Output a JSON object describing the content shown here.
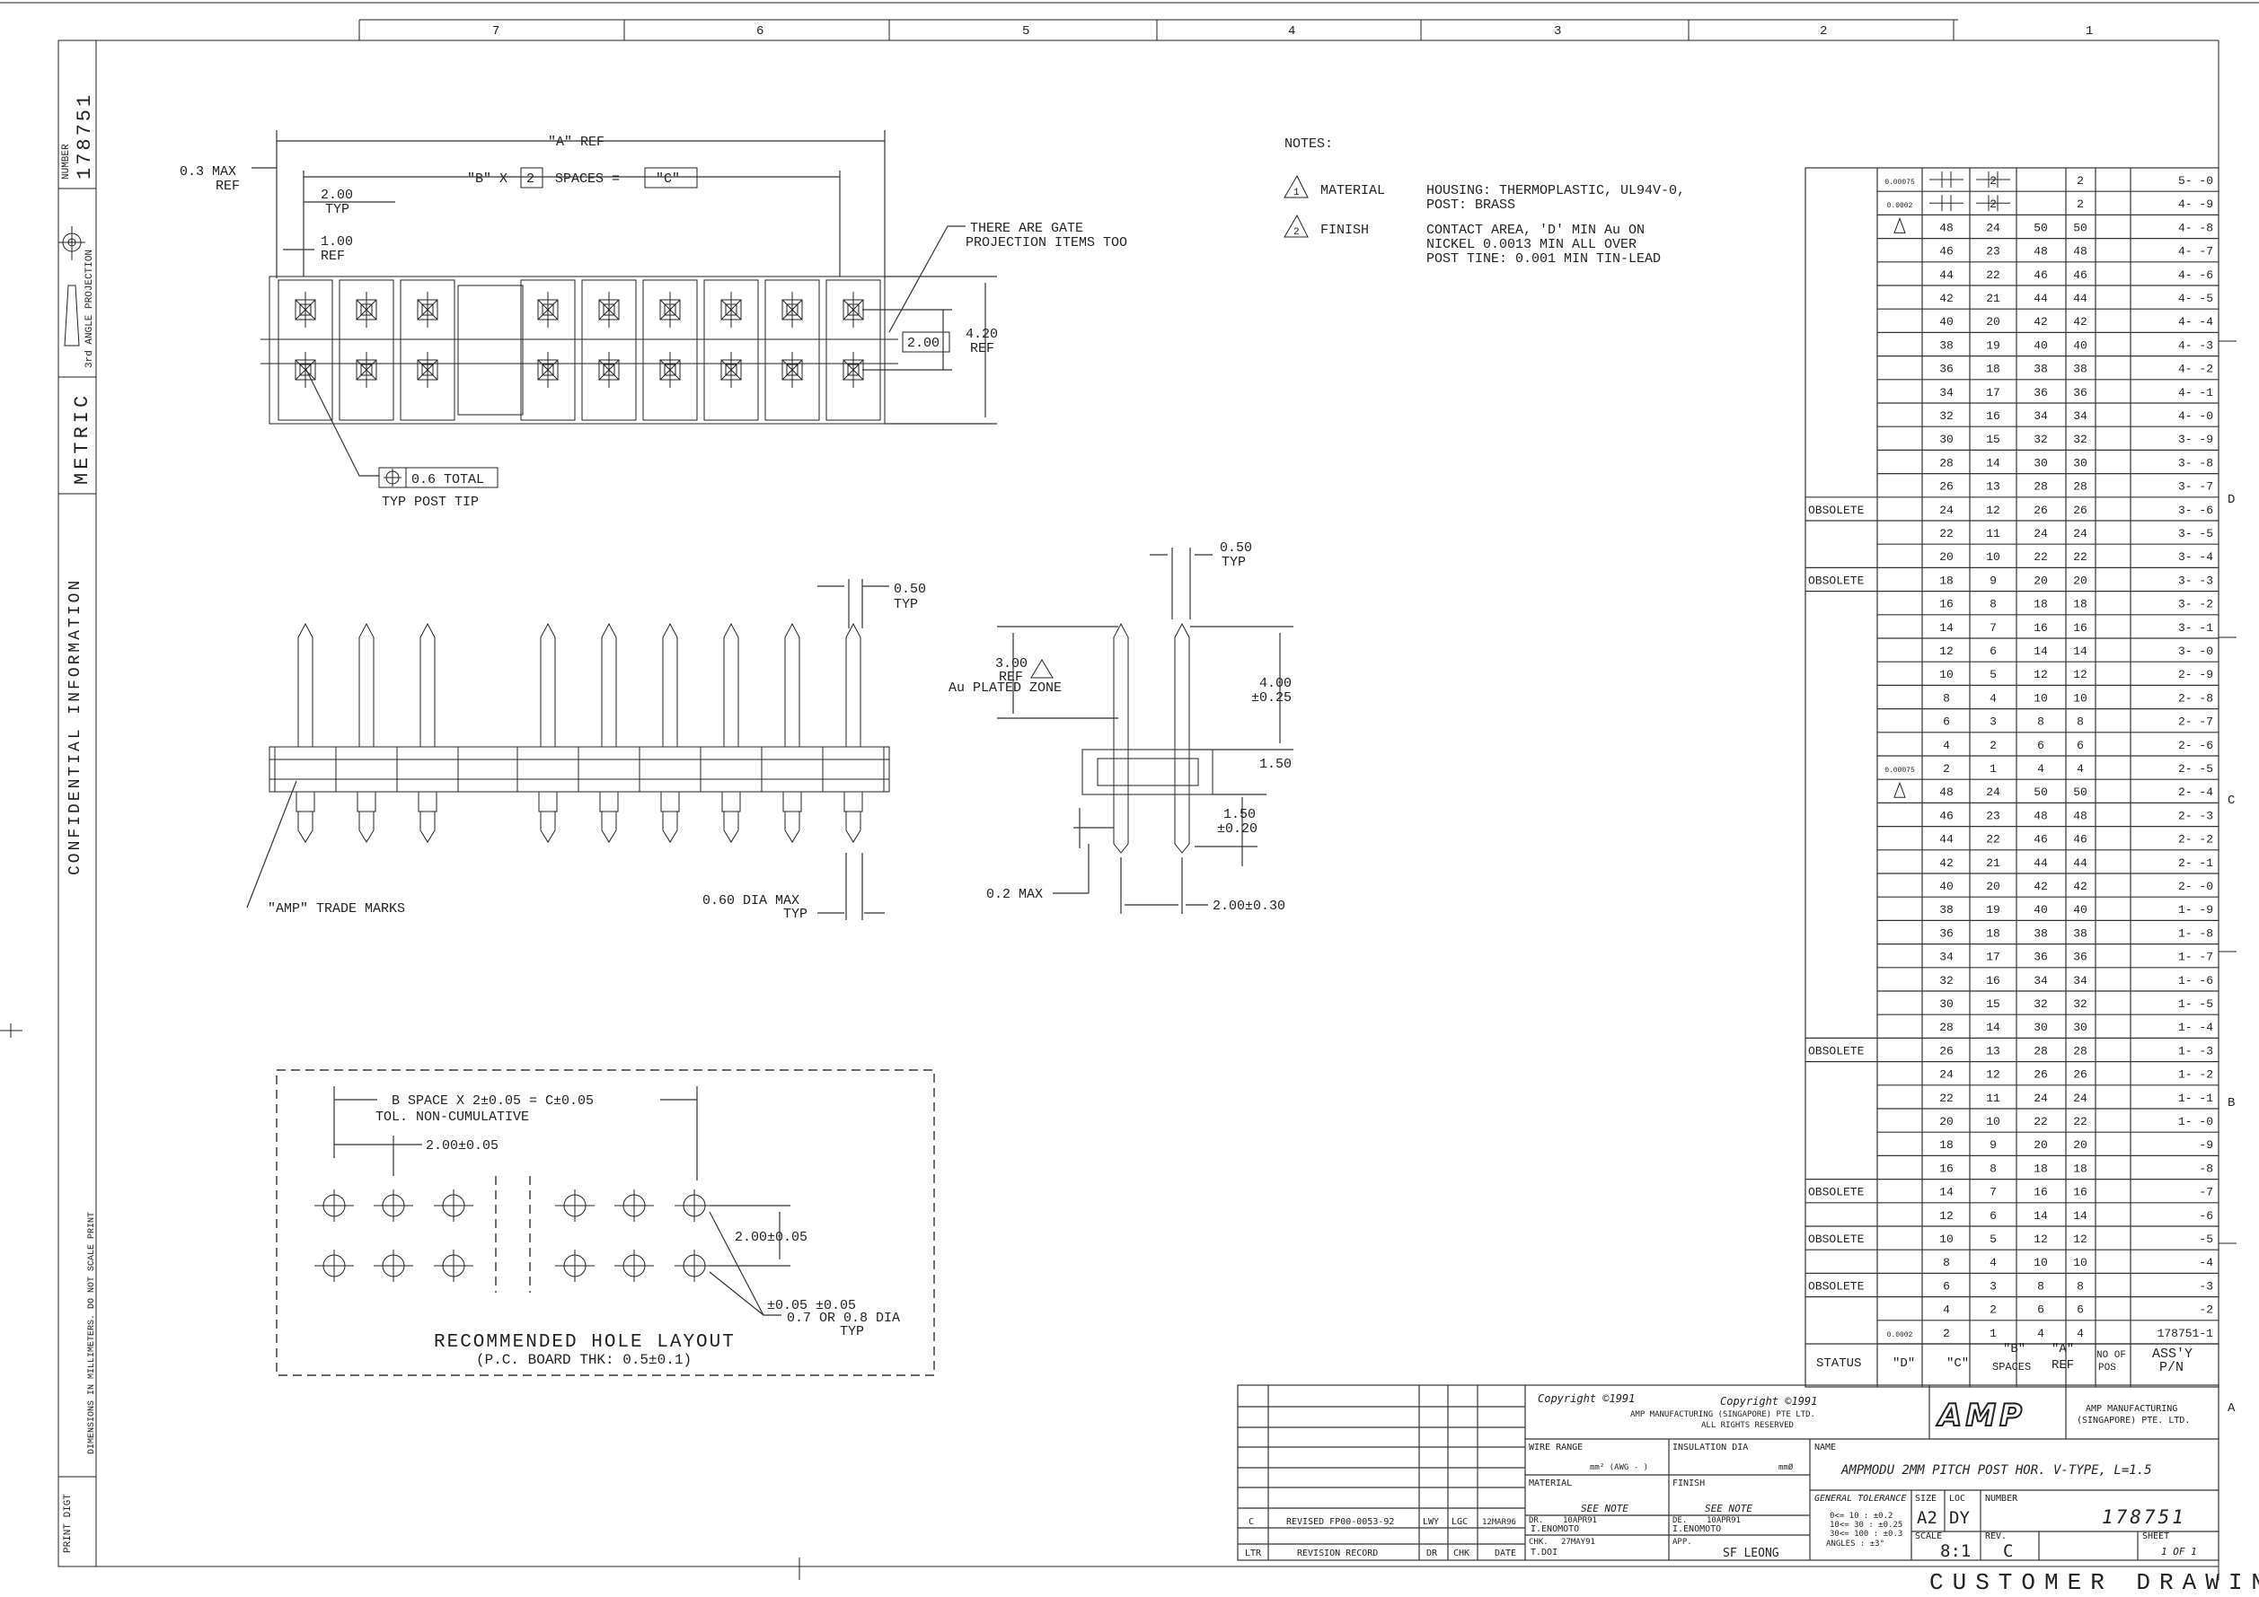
{
  "drawing": {
    "side_label_metric": "METRIC",
    "side_label_number_caption": "NUMBER",
    "side_label_number": "178751",
    "side_label_projection": "3rd ANGLE PROJECTION",
    "side_label_confidential": "CONFIDENTIAL INFORMATION",
    "side_label_dimensions": "DIMENSIONS IN MILLIMETERS. DO NOT SCALE PRINT",
    "side_label_print_digit": "PRINT DIGT",
    "zone_numbers": [
      "7",
      "6",
      "5",
      "4",
      "3",
      "2",
      "1"
    ],
    "zone_letters": [
      "D",
      "C",
      "B",
      "A"
    ],
    "bottom_banner": "CUSTOMER DRAWING"
  },
  "top_view": {
    "a_ref": "\"A\" REF",
    "b_spaces_b": "\"B\" X",
    "b_spaces_val": "2",
    "b_spaces_mid": "SPACES =",
    "b_spaces_c": "\"C\"",
    "max_ref_1": "0.3 MAX",
    "max_ref_2": "REF",
    "typ_1": "2.00",
    "typ_2": "TYP",
    "ref_1": "1.00",
    "ref_2": "REF",
    "gate_1": "THERE ARE GATE",
    "gate_2": "PROJECTION ITEMS TOO",
    "row_pitch": "2.00",
    "height_1": "4.20",
    "height_2": "REF",
    "tolerance_val": "0.6 TOTAL",
    "post_tip": "TYP POST TIP"
  },
  "front_view": {
    "pin_w_1": "0.50",
    "pin_w_2": "TYP",
    "trade_marks": "\"AMP\" TRADE MARKS",
    "dia_1": "0.60 DIA MAX",
    "dia_2": "TYP"
  },
  "side_view": {
    "w_1": "0.50",
    "w_2": "TYP",
    "plated_1": "3.00",
    "plated_2": "REF",
    "plated_3": "Au PLATED ZONE",
    "len_1": "4.00",
    "len_2": "±0.25",
    "body": "1.50",
    "tail_1": "1.50",
    "tail_2": "±0.20",
    "max": "0.2 MAX",
    "pitch": "2.00±0.30"
  },
  "hole_layout": {
    "spacing_1": "B  SPACE X  2±0.05 = C±0.05",
    "spacing_2": "TOL. NON-CUMULATIVE",
    "pitch": "2.00±0.05",
    "row_pitch": "2.00±0.05",
    "hole_tol": "±0.05  ±0.05",
    "hole_dia_1": "0.7 OR 0.8 DIA",
    "hole_dia_2": "TYP",
    "title": "RECOMMENDED HOLE LAYOUT",
    "subtitle": "(P.C. BOARD THK: 0.5±0.1)"
  },
  "notes": {
    "heading": "NOTES:",
    "items": [
      {
        "num": "1",
        "label": "MATERIAL",
        "lines": [
          "HOUSING: THERMOPLASTIC, UL94V-0,",
          "POST:     BRASS"
        ]
      },
      {
        "num": "2",
        "label": "FINISH",
        "lines": [
          "CONTACT AREA, 'D' MIN Au ON",
          "NICKEL 0.0013 MIN ALL OVER",
          "POST TINE: 0.001 MIN TIN-LEAD"
        ]
      }
    ]
  },
  "table": {
    "header": {
      "status": "STATUS",
      "d": "\"D\"",
      "c": "\"C\"",
      "b_1": "\"B\"",
      "b_2": "SPACES",
      "a_1": "\"A\"",
      "a_2": "REF",
      "pos_1": "NO OF",
      "pos_2": "POS",
      "pn_1": "ASS'Y",
      "pn_2": "P/N"
    },
    "rows": [
      {
        "status": "",
        "d": "0.00075",
        "c": "",
        "b": "2",
        "a": "",
        "pos": "2",
        "pn": "5-    -0"
      },
      {
        "status": "",
        "d": "0.0002",
        "c": "",
        "b": "2",
        "a": "",
        "pos": "2",
        "pn": "4-    -9"
      },
      {
        "status": "",
        "d": "",
        "c": "48",
        "b": "24",
        "a": "50",
        "pos": "50",
        "pn": "4-    -8"
      },
      {
        "status": "",
        "d": "",
        "c": "46",
        "b": "23",
        "a": "48",
        "pos": "48",
        "pn": "4-    -7"
      },
      {
        "status": "",
        "d": "",
        "c": "44",
        "b": "22",
        "a": "46",
        "pos": "46",
        "pn": "4-    -6"
      },
      {
        "status": "",
        "d": "",
        "c": "42",
        "b": "21",
        "a": "44",
        "pos": "44",
        "pn": "4-    -5"
      },
      {
        "status": "",
        "d": "",
        "c": "40",
        "b": "20",
        "a": "42",
        "pos": "42",
        "pn": "4-    -4"
      },
      {
        "status": "",
        "d": "",
        "c": "38",
        "b": "19",
        "a": "40",
        "pos": "40",
        "pn": "4-    -3"
      },
      {
        "status": "",
        "d": "",
        "c": "36",
        "b": "18",
        "a": "38",
        "pos": "38",
        "pn": "4-    -2"
      },
      {
        "status": "",
        "d": "",
        "c": "34",
        "b": "17",
        "a": "36",
        "pos": "36",
        "pn": "4-    -1"
      },
      {
        "status": "",
        "d": "",
        "c": "32",
        "b": "16",
        "a": "34",
        "pos": "34",
        "pn": "4-    -0"
      },
      {
        "status": "",
        "d": "",
        "c": "30",
        "b": "15",
        "a": "32",
        "pos": "32",
        "pn": "3-    -9"
      },
      {
        "status": "",
        "d": "",
        "c": "28",
        "b": "14",
        "a": "30",
        "pos": "30",
        "pn": "3-    -8"
      },
      {
        "status": "",
        "d": "",
        "c": "26",
        "b": "13",
        "a": "28",
        "pos": "28",
        "pn": "3-    -7"
      },
      {
        "status": "OBSOLETE",
        "d": "",
        "c": "24",
        "b": "12",
        "a": "26",
        "pos": "26",
        "pn": "3-    -6"
      },
      {
        "status": "",
        "d": "",
        "c": "22",
        "b": "11",
        "a": "24",
        "pos": "24",
        "pn": "3-    -5"
      },
      {
        "status": "",
        "d": "",
        "c": "20",
        "b": "10",
        "a": "22",
        "pos": "22",
        "pn": "3-    -4"
      },
      {
        "status": "OBSOLETE",
        "d": "",
        "c": "18",
        "b": "9",
        "a": "20",
        "pos": "20",
        "pn": "3-    -3"
      },
      {
        "status": "",
        "d": "",
        "c": "16",
        "b": "8",
        "a": "18",
        "pos": "18",
        "pn": "3-    -2"
      },
      {
        "status": "",
        "d": "",
        "c": "14",
        "b": "7",
        "a": "16",
        "pos": "16",
        "pn": "3-    -1"
      },
      {
        "status": "",
        "d": "",
        "c": "12",
        "b": "6",
        "a": "14",
        "pos": "14",
        "pn": "3-    -0"
      },
      {
        "status": "",
        "d": "",
        "c": "10",
        "b": "5",
        "a": "12",
        "pos": "12",
        "pn": "2-    -9"
      },
      {
        "status": "",
        "d": "",
        "c": "8",
        "b": "4",
        "a": "10",
        "pos": "10",
        "pn": "2-    -8"
      },
      {
        "status": "",
        "d": "",
        "c": "6",
        "b": "3",
        "a": "8",
        "pos": "8",
        "pn": "2-    -7"
      },
      {
        "status": "",
        "d": "",
        "c": "4",
        "b": "2",
        "a": "6",
        "pos": "6",
        "pn": "2-    -6"
      },
      {
        "status": "",
        "d": "0.00075",
        "c": "2",
        "b": "1",
        "a": "4",
        "pos": "4",
        "pn": "2-    -5"
      },
      {
        "status": "",
        "d": "",
        "c": "48",
        "b": "24",
        "a": "50",
        "pos": "50",
        "pn": "2-    -4"
      },
      {
        "status": "",
        "d": "",
        "c": "46",
        "b": "23",
        "a": "48",
        "pos": "48",
        "pn": "2-    -3"
      },
      {
        "status": "",
        "d": "",
        "c": "44",
        "b": "22",
        "a": "46",
        "pos": "46",
        "pn": "2-    -2"
      },
      {
        "status": "",
        "d": "",
        "c": "42",
        "b": "21",
        "a": "44",
        "pos": "44",
        "pn": "2-    -1"
      },
      {
        "status": "",
        "d": "",
        "c": "40",
        "b": "20",
        "a": "42",
        "pos": "42",
        "pn": "2-    -0"
      },
      {
        "status": "",
        "d": "",
        "c": "38",
        "b": "19",
        "a": "40",
        "pos": "40",
        "pn": "1-    -9"
      },
      {
        "status": "",
        "d": "",
        "c": "36",
        "b": "18",
        "a": "38",
        "pos": "38",
        "pn": "1-    -8"
      },
      {
        "status": "",
        "d": "",
        "c": "34",
        "b": "17",
        "a": "36",
        "pos": "36",
        "pn": "1-    -7"
      },
      {
        "status": "",
        "d": "",
        "c": "32",
        "b": "16",
        "a": "34",
        "pos": "34",
        "pn": "1-    -6"
      },
      {
        "status": "",
        "d": "",
        "c": "30",
        "b": "15",
        "a": "32",
        "pos": "32",
        "pn": "1-    -5"
      },
      {
        "status": "",
        "d": "",
        "c": "28",
        "b": "14",
        "a": "30",
        "pos": "30",
        "pn": "1-    -4"
      },
      {
        "status": "OBSOLETE",
        "d": "",
        "c": "26",
        "b": "13",
        "a": "28",
        "pos": "28",
        "pn": "1-    -3"
      },
      {
        "status": "",
        "d": "",
        "c": "24",
        "b": "12",
        "a": "26",
        "pos": "26",
        "pn": "1-    -2"
      },
      {
        "status": "",
        "d": "",
        "c": "22",
        "b": "11",
        "a": "24",
        "pos": "24",
        "pn": "1-    -1"
      },
      {
        "status": "",
        "d": "",
        "c": "20",
        "b": "10",
        "a": "22",
        "pos": "22",
        "pn": "1-    -0"
      },
      {
        "status": "",
        "d": "",
        "c": "18",
        "b": "9",
        "a": "20",
        "pos": "20",
        "pn": "-9"
      },
      {
        "status": "",
        "d": "",
        "c": "16",
        "b": "8",
        "a": "18",
        "pos": "18",
        "pn": "-8"
      },
      {
        "status": "OBSOLETE",
        "d": "",
        "c": "14",
        "b": "7",
        "a": "16",
        "pos": "16",
        "pn": "-7"
      },
      {
        "status": "",
        "d": "",
        "c": "12",
        "b": "6",
        "a": "14",
        "pos": "14",
        "pn": "-6"
      },
      {
        "status": "OBSOLETE",
        "d": "",
        "c": "10",
        "b": "5",
        "a": "12",
        "pos": "12",
        "pn": "-5"
      },
      {
        "status": "",
        "d": "",
        "c": "8",
        "b": "4",
        "a": "10",
        "pos": "10",
        "pn": "-4"
      },
      {
        "status": "OBSOLETE",
        "d": "",
        "c": "6",
        "b": "3",
        "a": "8",
        "pos": "8",
        "pn": "-3"
      },
      {
        "status": "",
        "d": "",
        "c": "4",
        "b": "2",
        "a": "6",
        "pos": "6",
        "pn": "-2"
      },
      {
        "status": "",
        "d": "0.0002",
        "c": "2",
        "b": "1",
        "a": "4",
        "pos": "4",
        "pn": "178751-1"
      }
    ]
  },
  "title_block": {
    "copyright_1": "Copyright  ©1991",
    "copyright_2": "Copyright  ©1991",
    "copyright_3": "AMP MANUFACTURING (SINGAPORE) PTE LTD.",
    "copyright_4": "ALL RIGHTS RESERVED",
    "logo": "AMP",
    "company_1": "AMP MANUFACTURING",
    "company_2": "(SINGAPORE) PTE. LTD.",
    "wire_range": "WIRE RANGE",
    "wire_range_val": "mm² (AWG  -  )",
    "insulation": "INSULATION DIA",
    "insulation_val": "mmØ",
    "material": "MATERIAL",
    "material_val": "SEE NOTE",
    "finish": "FINISH",
    "finish_val": "SEE NOTE",
    "name_label": "NAME",
    "name": "AMPMODU 2MM PITCH POST HOR. V-TYPE, L=1.5",
    "dr_label": "DR.",
    "dr_date": "10APR91",
    "dr_name": "I.ENOMOTO",
    "de_label": "DE.",
    "de_date": "10APR91",
    "de_name": "I.ENOMOTO",
    "chk_label": "CHK.",
    "chk_date": "27MAY91",
    "chk_name": "T.DOI",
    "app_label": "APP.",
    "app_name": "SF LEONG",
    "gen_tol": "GENERAL TOLERANCE",
    "tol_lines": [
      "0<= 10 : ±0.2",
      "10<= 30 : ±0.25",
      "30<= 100 : ±0.3",
      "ANGLES  : ±3°"
    ],
    "size_label": "SIZE",
    "size": "A2",
    "loc_label": "LOC",
    "loc": "DY",
    "number_label": "NUMBER",
    "number": "178751",
    "scale_label": "SCALE",
    "scale": "8:1",
    "rev_label": "REV.",
    "rev": "C",
    "sheet_label": "SHEET",
    "sheet": "1  OF  1",
    "rev_ltr": "C",
    "rev_desc": "REVISED FP00-0053-92",
    "rev_by": "LWY",
    "rev_chk": "LGC",
    "rev_date": "12MAR96",
    "hdr_ltr": "LTR",
    "hdr_record": "REVISION RECORD",
    "hdr_dr": "DR",
    "hdr_chk": "CHK",
    "hdr_date": "DATE"
  }
}
